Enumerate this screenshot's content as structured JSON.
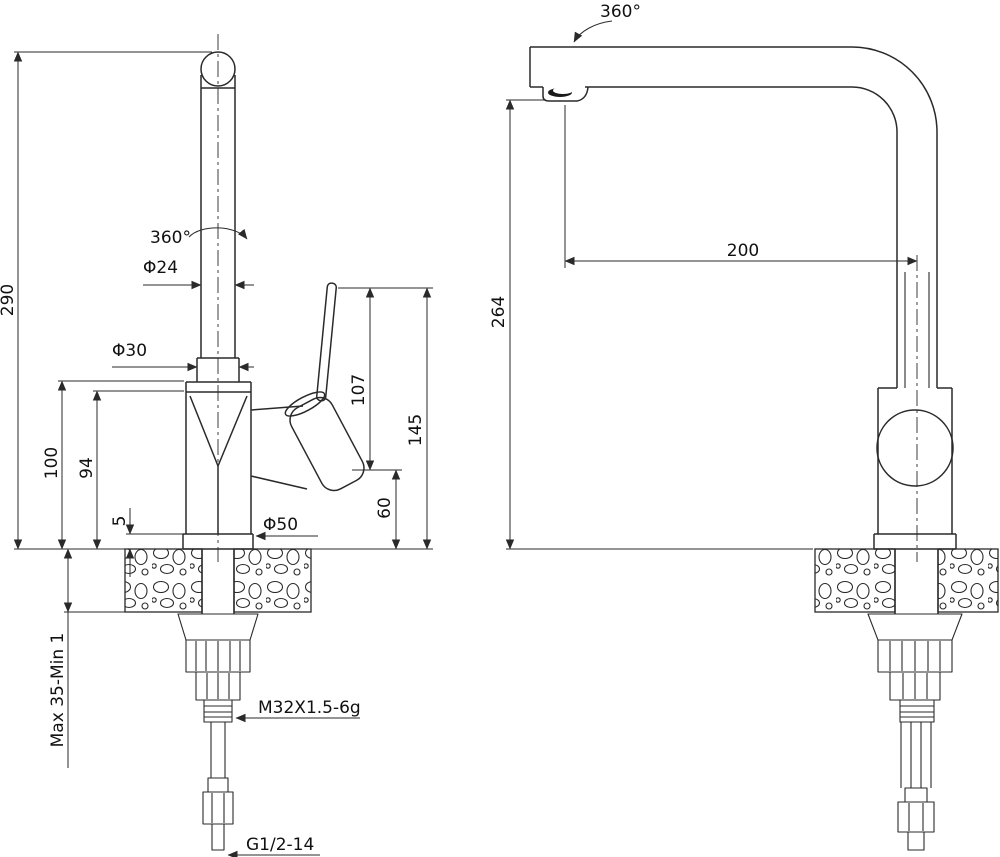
{
  "page": {
    "background": "#ffffff",
    "ink": "#2a2a2a"
  },
  "front_view": {
    "name": "faucet-front-view",
    "labels": {
      "rotation": "360°",
      "dia24": "Φ24",
      "dia30": "Φ30",
      "dia50": "Φ50",
      "height_overall": "290",
      "height_100": "100",
      "height_94": "94",
      "flange_5": "5",
      "handle_107": "107",
      "handle_145": "145",
      "spout_60": "60",
      "deck_range": "Max 35-Min 1",
      "shank_thread": "M32X1.5-6g",
      "hose_thread": "G1/2-14"
    }
  },
  "side_view": {
    "name": "faucet-side-view",
    "labels": {
      "rotation": "360°",
      "height_264": "264",
      "reach_200": "200"
    }
  }
}
